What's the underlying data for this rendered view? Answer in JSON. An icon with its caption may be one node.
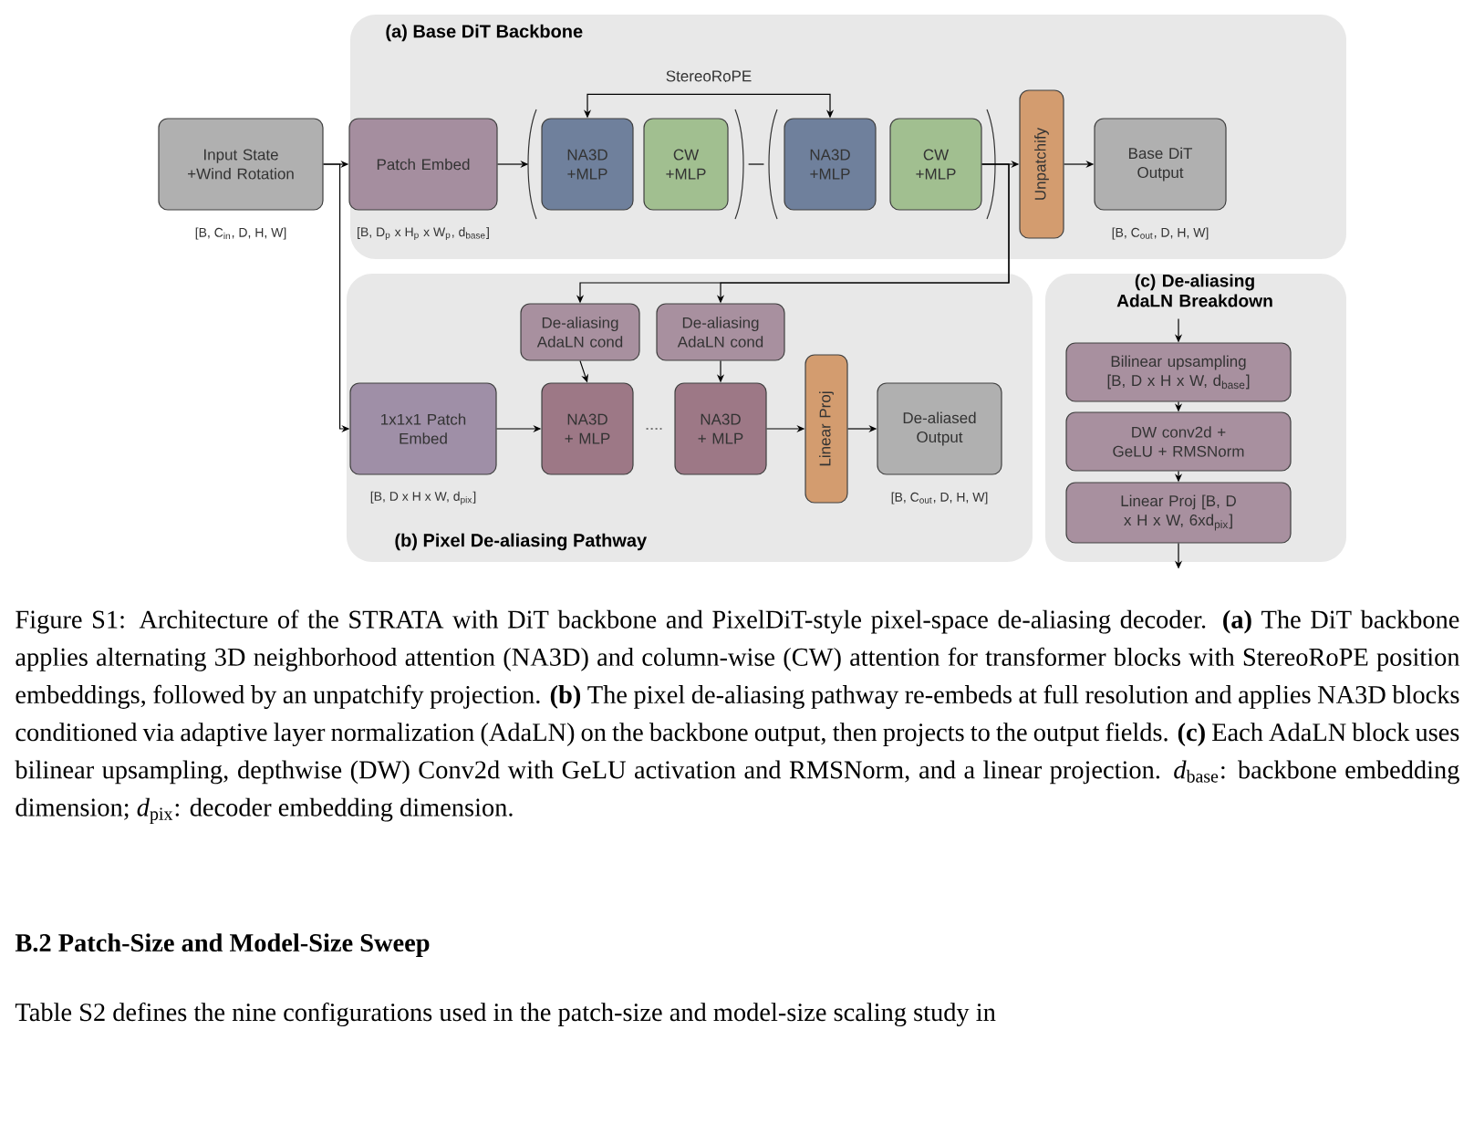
{
  "diagram": {
    "caption": "Figure S1: Architecture of the STRATA with DiT backbone and PixelDiT-style pixel-space de-aliasing decoder. **(a)** The DiT backbone applies alternating 3D neighborhood attention (NA3D) and column-wise (CW) attention for transformer blocks with StereoRoPE position embeddings, followed by an unpatchify projection. **(b)** The pixel de-aliasing pathway re-embeds at full resolution and applies NA3D blocks conditioned via adaptive layer normalization (AdaLN) on the backbone output, then projects to the output fields. **(c)** Each AdaLN block uses bilinear upsampling, depthwise (DW) Conv2d with GeLU activation and RMSNorm, and a linear projection. *d*$_{base}$: backbone embedding dimension; *d*$_{pix}$: decoder embedding dimension.",
    "nodes": [
      {
        "text": [
          "(a) Base DiT Backbone"
        ]
      },
      {
        "text": [
          "(b) Pixel De-aliasing Pathway"
        ]
      },
      {
        "text": [
          "(c) De-aliasing AdaLN Breakdown"
        ]
      },
      {
        "text": [
          "Input State +Wind Rotation"
        ],
        "beside": [
          "[B, C$_{in}$, D, H, W]"
        ]
      },
      {
        "text": [
          "Patch Embed"
        ],
        "in": 0,
        "beside": [
          "[B, D$_{p}$ x H$_{p}$ x W$_{p}$, d$_{base}$]"
        ]
      },
      {
        "text": [
          "NA3D +MLP"
        ],
        "in": 0
      },
      {
        "text": [
          "CW +MLP"
        ],
        "in": 0
      },
      {
        "text": [
          "NA3D +MLP"
        ],
        "in": 0
      },
      {
        "text": [
          "CW +MLP"
        ],
        "in": 0
      },
      {
        "text": [
          "Unpatchify"
        ],
        "in": 0
      },
      {
        "text": [
          "Base DiT Output"
        ],
        "in": 0,
        "beside": [
          "[B, C$_{out}$, D, H, W]"
        ]
      },
      {
        "text": [
          "De-aliasing AdaLN cond"
        ],
        "in": 1
      },
      {
        "text": [
          "De-aliasing AdaLN cond"
        ],
        "in": 1
      },
      {
        "text": [
          "1x1x1 Patch Embed"
        ],
        "in": 1,
        "beside": [
          "[B, D x H x W, d$_{pix}$]"
        ]
      },
      {
        "text": [
          "NA3D + MLP"
        ],
        "in": 1
      },
      {
        "text": [
          "NA3D + MLP"
        ],
        "in": 1
      },
      {
        "text": [
          "Linear Proj"
        ],
        "in": 1
      },
      {
        "text": [
          "De-aliased Output"
        ],
        "in": 1,
        "beside": [
          "[B, C$_{out}$, D, H, W]"
        ]
      },
      {
        "text": [
          "Bilinear upsampling [B, D x H x W, d$_{base}$]"
        ],
        "in": 2
      },
      {
        "text": [
          "DW conv2d + GeLU + RMSNorm"
        ],
        "in": 2
      },
      {
        "text": [
          "Linear Proj [B, D x H x W, 6xd$_{pix}$]"
        ],
        "in": 2
      }
    ],
    "edges": [
      {
        "from": 3,
        "to": 4,
        "arrow": "to"
      },
      {
        "from": 3,
        "to": 13,
        "arrow": "to"
      },
      {
        "from": 4,
        "to": 5,
        "arrow": "to"
      },
      {
        "from": 5,
        "to": 7,
        "arrow": "both",
        "label": "StereoRoPE"
      },
      {
        "from": 8,
        "to": 9,
        "arrow": "to"
      },
      {
        "from": 9,
        "to": 10,
        "arrow": "to"
      },
      {
        "from": 8,
        "to": 11,
        "arrow": "to"
      },
      {
        "from": 8,
        "to": 12,
        "arrow": "to"
      },
      {
        "from": 11,
        "to": 14,
        "arrow": "to"
      },
      {
        "from": 12,
        "to": 15,
        "arrow": "to"
      },
      {
        "from": 13,
        "to": 14,
        "arrow": "to"
      },
      {
        "from": 15,
        "to": 16,
        "arrow": "to"
      },
      {
        "from": 16,
        "to": 17,
        "arrow": "to"
      },
      {
        "from": null,
        "to": 18,
        "arrow": "to"
      },
      {
        "from": 18,
        "to": 19,
        "arrow": "to"
      },
      {
        "from": 19,
        "to": 20,
        "arrow": "to"
      },
      {
        "from": 20,
        "to": null,
        "arrow": "to"
      },
      {
        "from": 6,
        "to": 7,
        "arrow": "none"
      },
      {
        "from": 14,
        "to": 15,
        "arrow": "none",
        "style": "dashed"
      }
    ],
    "labels": [
      "B.2 Patch-Size and Model-Size Sweep",
      "Table S2 defines the nine configurations used in the patch-size and model-size scaling study in"
    ]
  }
}
